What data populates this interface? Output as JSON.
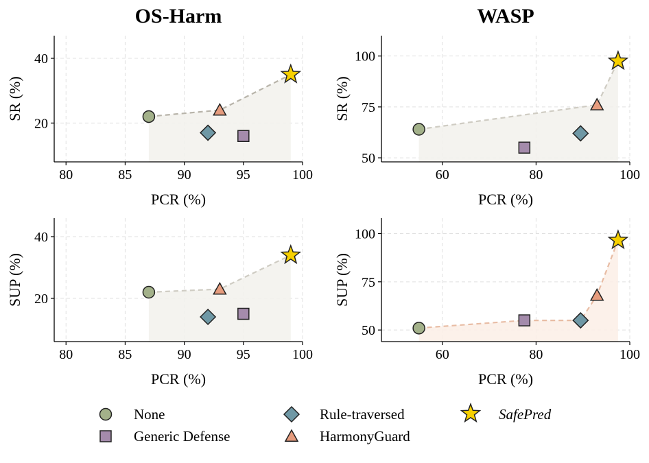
{
  "titles": {
    "left": "OS-Harm",
    "right": "WASP"
  },
  "colors": {
    "none": "#a3b18a",
    "generic_defense": "#a48bab",
    "rule_traversed": "#6f98a5",
    "harmonyguard": "#e69c7e",
    "safepred": "#f7d000",
    "frontier_gray": "#b8b4aa",
    "frontier_orange": "#e8bca4",
    "fill_gray": "#f2f1ec",
    "fill_orange": "#fcefe6"
  },
  "legend": [
    {
      "key": "none",
      "label": "None",
      "marker": "circle-icon"
    },
    {
      "key": "rule_traversed",
      "label": "Rule-traversed",
      "marker": "diamond-icon"
    },
    {
      "key": "safepred",
      "label": "SafePred",
      "marker": "star-icon"
    },
    {
      "key": "generic_defense",
      "label": "Generic Defense",
      "marker": "square-icon"
    },
    {
      "key": "harmonyguard",
      "label": "HarmonyGuard",
      "marker": "triangle-icon"
    }
  ],
  "chart_data": [
    {
      "id": "osharm-sr",
      "type": "scatter",
      "title": "OS-Harm",
      "xlabel": "PCR (%)",
      "ylabel": "SR (%)",
      "xlim": [
        79,
        100
      ],
      "ylim": [
        8,
        47
      ],
      "xticks": [
        80,
        85,
        90,
        95,
        100
      ],
      "yticks": [
        20,
        40
      ],
      "grid": true,
      "frontier_style": "gray",
      "points": [
        {
          "series": "None",
          "key": "none",
          "x": 87,
          "y": 22
        },
        {
          "series": "Rule-traversed",
          "key": "rule_traversed",
          "x": 92,
          "y": 17
        },
        {
          "series": "Generic Defense",
          "key": "generic_defense",
          "x": 95,
          "y": 16
        },
        {
          "series": "HarmonyGuard",
          "key": "harmonyguard",
          "x": 93,
          "y": 24
        },
        {
          "series": "SafePred",
          "key": "safepred",
          "x": 99,
          "y": 35
        }
      ],
      "frontier": [
        "None",
        "HarmonyGuard",
        "SafePred"
      ]
    },
    {
      "id": "wasp-sr",
      "type": "scatter",
      "title": "WASP",
      "xlabel": "PCR (%)",
      "ylabel": "SR (%)",
      "xlim": [
        47,
        100
      ],
      "ylim": [
        48,
        110
      ],
      "xticks": [
        60,
        80,
        100
      ],
      "yticks": [
        50,
        75,
        100
      ],
      "grid": true,
      "frontier_style": "lightgray",
      "points": [
        {
          "series": "None",
          "key": "none",
          "x": 55,
          "y": 64
        },
        {
          "series": "Generic Defense",
          "key": "generic_defense",
          "x": 77.5,
          "y": 55
        },
        {
          "series": "Rule-traversed",
          "key": "rule_traversed",
          "x": 89.5,
          "y": 62
        },
        {
          "series": "HarmonyGuard",
          "key": "harmonyguard",
          "x": 93,
          "y": 76
        },
        {
          "series": "SafePred",
          "key": "safepred",
          "x": 97.5,
          "y": 97.5
        }
      ],
      "frontier": [
        "None",
        "HarmonyGuard",
        "SafePred"
      ]
    },
    {
      "id": "osharm-sup",
      "type": "scatter",
      "xlabel": "PCR (%)",
      "ylabel": "SUP (%)",
      "xlim": [
        79,
        100
      ],
      "ylim": [
        6,
        46
      ],
      "xticks": [
        80,
        85,
        90,
        95,
        100
      ],
      "yticks": [
        20,
        40
      ],
      "grid": true,
      "frontier_style": "lightgray",
      "points": [
        {
          "series": "None",
          "key": "none",
          "x": 87,
          "y": 22
        },
        {
          "series": "Rule-traversed",
          "key": "rule_traversed",
          "x": 92,
          "y": 14
        },
        {
          "series": "Generic Defense",
          "key": "generic_defense",
          "x": 95,
          "y": 15
        },
        {
          "series": "HarmonyGuard",
          "key": "harmonyguard",
          "x": 93,
          "y": 23
        },
        {
          "series": "SafePred",
          "key": "safepred",
          "x": 99,
          "y": 34
        }
      ],
      "frontier": [
        "None",
        "HarmonyGuard",
        "SafePred"
      ]
    },
    {
      "id": "wasp-sup",
      "type": "scatter",
      "xlabel": "PCR (%)",
      "ylabel": "SUP (%)",
      "xlim": [
        47,
        100
      ],
      "ylim": [
        44,
        108
      ],
      "xticks": [
        60,
        80,
        100
      ],
      "yticks": [
        50,
        75,
        100
      ],
      "grid": true,
      "frontier_style": "orange",
      "points": [
        {
          "series": "None",
          "key": "none",
          "x": 55,
          "y": 51
        },
        {
          "series": "Generic Defense",
          "key": "generic_defense",
          "x": 77.5,
          "y": 55
        },
        {
          "series": "Rule-traversed",
          "key": "rule_traversed",
          "x": 89.5,
          "y": 55
        },
        {
          "series": "HarmonyGuard",
          "key": "harmonyguard",
          "x": 93,
          "y": 68
        },
        {
          "series": "SafePred",
          "key": "safepred",
          "x": 97.5,
          "y": 96.5
        }
      ],
      "frontier": [
        "None",
        "Generic Defense",
        "Rule-traversed",
        "HarmonyGuard",
        "SafePred"
      ]
    }
  ]
}
